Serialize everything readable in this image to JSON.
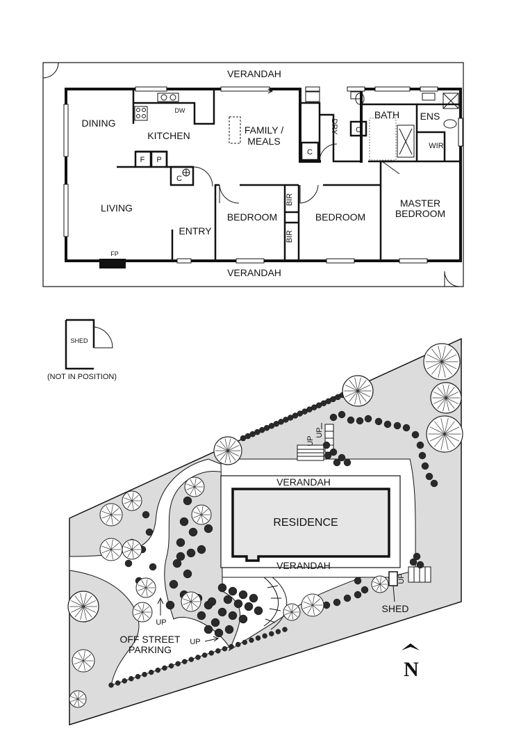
{
  "floorplan": {
    "verandah_top": "VERANDAH",
    "verandah_bottom": "VERANDAH",
    "rooms": {
      "dining": "DINING",
      "kitchen": "KITCHEN",
      "dw": "DW",
      "family_line1": "FAMILY /",
      "family_line2": "MEALS",
      "dry": "DRY",
      "c_laundry": "C",
      "c_hall": "C",
      "c_kitchen": "C",
      "bath": "BATH",
      "ens": "ENS",
      "wir": "WIR",
      "f": "F",
      "p": "P",
      "living": "LIVING",
      "entry": "ENTRY",
      "bedroom_1": "BEDROOM",
      "bir_1": "BIR",
      "bir_2": "BIR",
      "bedroom_2": "BEDROOM",
      "master_line1": "MASTER",
      "master_line2": "BEDROOM",
      "fp": "FP"
    }
  },
  "site": {
    "shed_inset_label": "SHED",
    "not_in_position": "(NOT IN POSITION)",
    "up_1": "UP",
    "up_2": "UP",
    "up_3": "UP",
    "up_4": "UP",
    "up_5": "UP",
    "verandah_top": "VERANDAH",
    "residence": "RESIDENCE",
    "verandah_bottom": "VERANDAH",
    "shed": "SHED",
    "parking_line1": "OFF STREET",
    "parking_line2": "PARKING",
    "north": "N"
  },
  "colors": {
    "garden_fill": "#dcdcdc",
    "residence_fill": "#e6e6e6",
    "line": "#111111",
    "shrub": "#2a2a2a"
  }
}
